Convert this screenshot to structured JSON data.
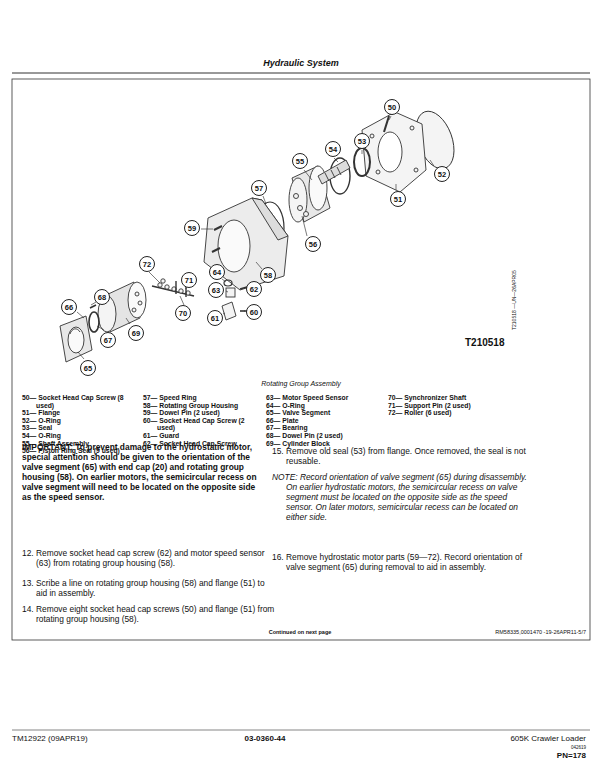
{
  "diagram": {
    "title": "Hydraulic System",
    "caption": "Rotating Group Assembly",
    "labels": [
      "50",
      "53",
      "54",
      "52",
      "55",
      "51",
      "57",
      "56",
      "59",
      "72",
      "58",
      "64",
      "63",
      "62",
      "71",
      "70",
      "61",
      "60",
      "66",
      "68",
      "67",
      "69",
      "65",
      "T210518",
      "T210518 —UN—26APR05",
      "50— Socket Head Cap Screw (8 used)",
      "51— Flange",
      "52— O-Ring",
      "53— Seal",
      "54— O-Ring",
      "55— Shaft Assembly",
      "56— Piston Ring Seal (9 used)",
      "57— Speed Ring",
      "58— Rotating Group Housing",
      "59— Dowel Pin (2 used)",
      "60— Socket Head Cap Screw (2 used)",
      "61— Guard",
      "62— Socket Head Cap Screw",
      "63— Motor Speed Sensor",
      "64— O-Ring",
      "65— Valve Segment",
      "66— Plate",
      "67— Bearing",
      "68— Dowel Pin (2 used)",
      "69— Cylinder Block",
      "70— Synchronizer Shaft",
      "71— Support Pin (2 used)",
      "72— Roller (6 used)",
      "IMPORTANT: To prevent damage to the hydrostatic motor, special attention should be given to the orientation of the valve segment (65) with end cap (20) and rotating group housing (58). On earlier motors, the semicircular recess on valve segment will need to be located on the opposite side as the speed sensor.",
      "12. Remove socket head cap screw (62) and motor speed sensor (63) from rotating group housing (58).",
      "13. Scribe a line on rotating group housing (58) and flange (51) to aid in assembly.",
      "14. Remove eight socket head cap screws (50) and flange (51) from rotating group housing (58).",
      "15. Remove old seal (53) from flange. Once removed, the seal is not reusable.",
      "NOTE: Record orientation of valve segment (65) during disassembly. On earlier hydrostatic motors, the semicircular recess on valve segment must be located on the opposite side as the speed sensor. On later motors, semicircular recess can be located on either side.",
      "16. Remove hydrostatic motor parts (59—72). Record orientation of valve segment (65) during removal to aid in assembly.",
      "Continued on next page",
      "RM58335,0001470 -19-26APR11-5/7",
      "TM12922 (09APR19)",
      "03-0360-44",
      "605K Crawler Loader",
      "042619",
      "PN=178"
    ]
  }
}
